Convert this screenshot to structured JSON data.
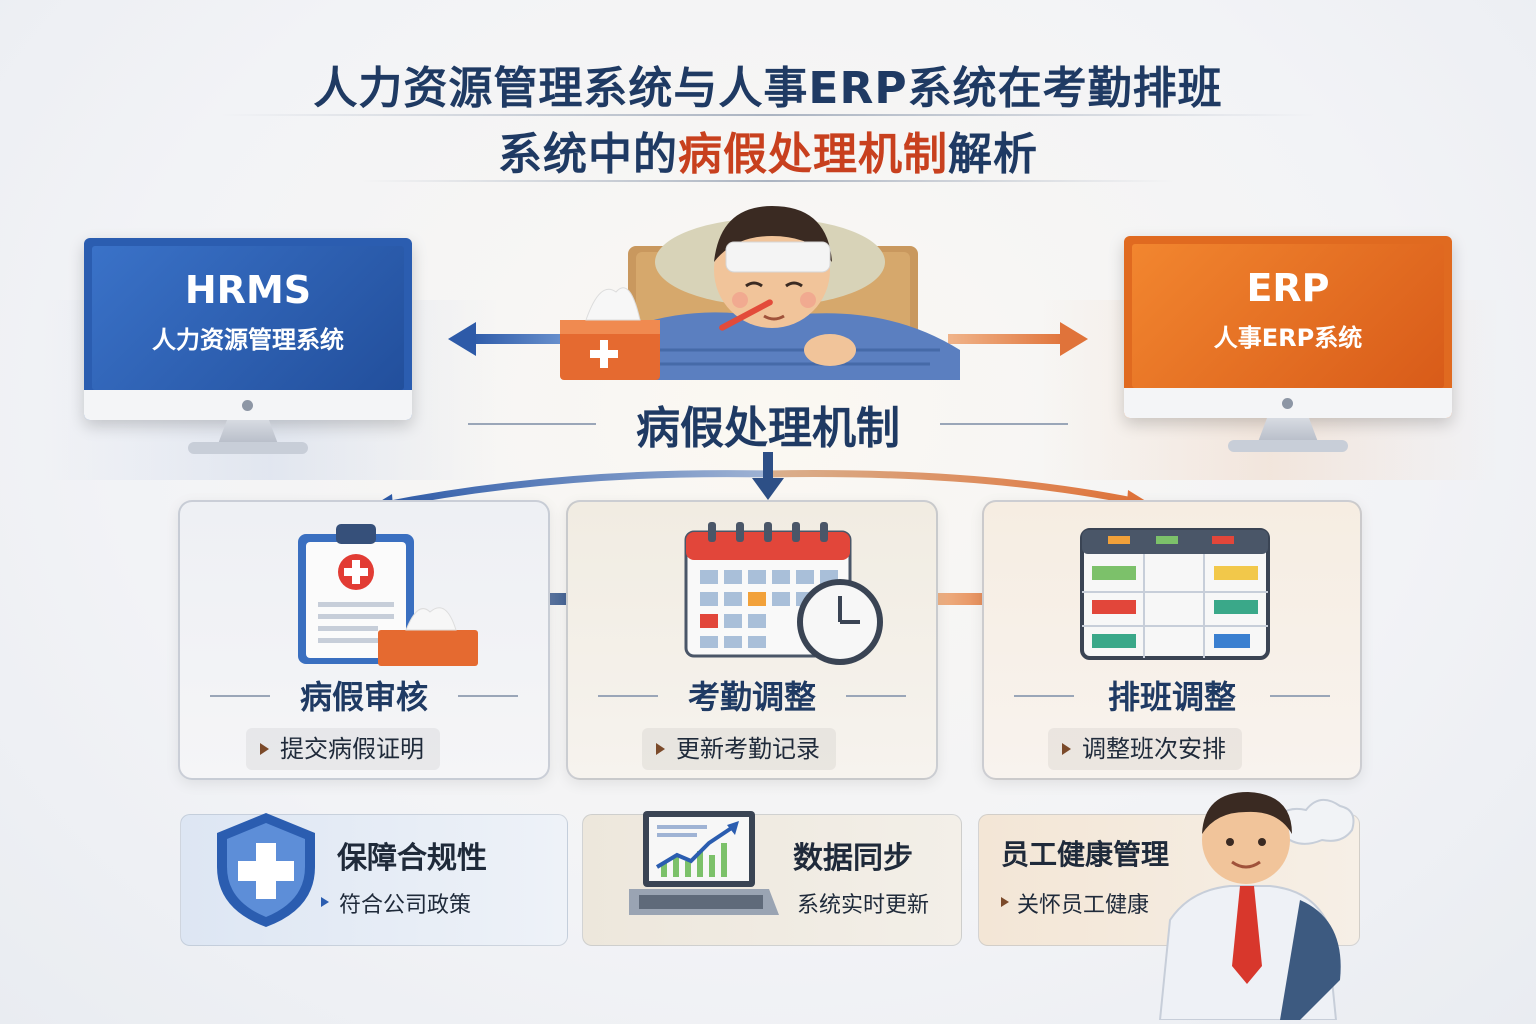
{
  "title": {
    "line1": "人力资源管理系统与人事ERP系统在考勤排班",
    "line2_prefix": "系统中的",
    "line2_highlight": "病假处理机制",
    "line2_suffix": "解析"
  },
  "systems": {
    "left": {
      "name": "HRMS",
      "subtitle": "人力资源管理系统",
      "color": "#2b5db0"
    },
    "right": {
      "name": "ERP",
      "subtitle": "人事ERP系统",
      "color": "#e06a20"
    }
  },
  "center_label": "病假处理机制",
  "steps": [
    {
      "title": "病假审核",
      "detail": "提交病假证明"
    },
    {
      "title": "考勤调整",
      "detail": "更新考勤记录"
    },
    {
      "title": "排班调整",
      "detail": "调整班次安排"
    }
  ],
  "benefits": [
    {
      "title": "保障合规性",
      "detail": "符合公司政策",
      "icon": "shield-cross-icon"
    },
    {
      "title": "数据同步",
      "detail": "系统实时更新",
      "icon": "laptop-chart-icon"
    },
    {
      "title": "员工健康管理",
      "detail": "关怀员工健康",
      "icon": "employee-icon"
    }
  ],
  "colors": {
    "navy": "#1f3a63",
    "accent_red": "#c8401e",
    "blue": "#2b5db0",
    "orange": "#e06a20"
  }
}
